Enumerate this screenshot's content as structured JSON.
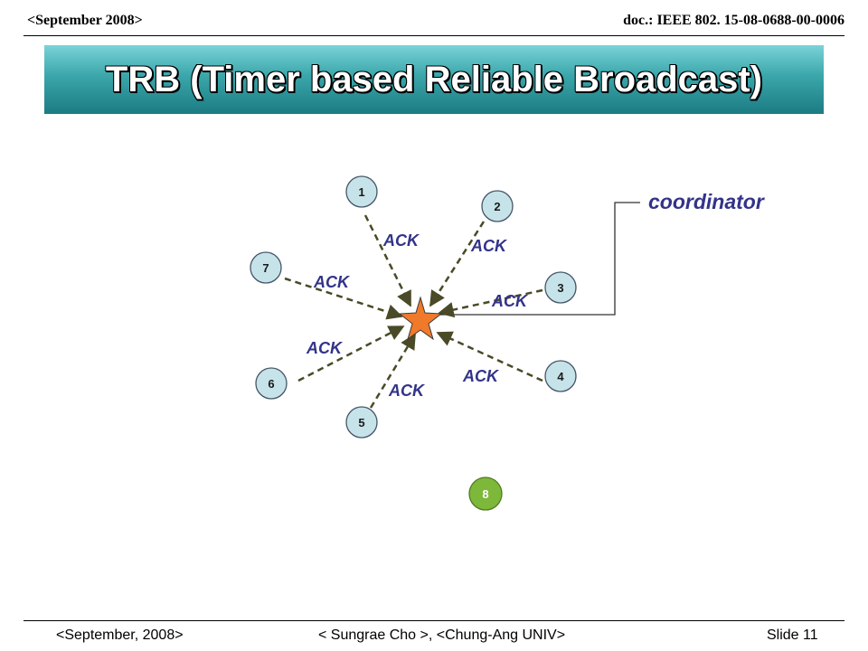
{
  "header": {
    "left": "<September 2008>",
    "right": "doc.: IEEE 802. 15-08-0688-00-0006"
  },
  "title": "TRB (Timer based Reliable Broadcast)",
  "diagram": {
    "coordinator_label": "coordinator",
    "ack_label": "ACK",
    "nodes": [
      "1",
      "2",
      "3",
      "4",
      "5",
      "6",
      "7",
      "8"
    ],
    "colors": {
      "node_fill": "#c6e3ea",
      "node_stroke": "#445566",
      "isolated_node_fill": "#7db83a",
      "star_fill": "#f07a2a",
      "arrow": "#4a4a28",
      "label": "#33338a"
    }
  },
  "footer": {
    "left": "<September, 2008>",
    "center": "< Sungrae Cho >, <Chung-Ang UNIV>",
    "right": "Slide 11"
  }
}
